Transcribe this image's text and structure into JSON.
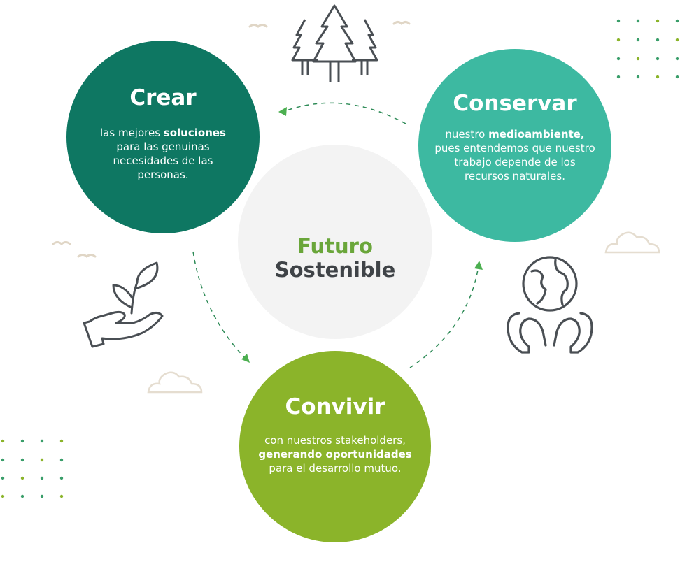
{
  "crear": {
    "title": "Crear",
    "text_1": "las mejores ",
    "text_bold": "soluciones",
    "text_2": " para las genuinas necesidades de las personas."
  },
  "conservar": {
    "title": "Conservar",
    "text_1": "nuestro ",
    "text_bold": "medioambiente,",
    "text_2": " pues entendemos que nuestro trabajo depende de los recursos naturales."
  },
  "convivir": {
    "title": "Convivir",
    "text_1": "con nuestros stakeholders, ",
    "text_bold": "generando oportunidades",
    "text_2": " para el desarrollo mutuo."
  },
  "center": {
    "line_1": "Futuro",
    "line_2": "Sostenible"
  },
  "colors": {
    "dark_green": "#0e7762",
    "teal": "#3db9a1",
    "lime": "#8bb42a",
    "center_bg": "#f3f3f3",
    "icon_gray": "#4a4f54",
    "accent_green": "#6aa63a",
    "cloud": "#e5ddd0"
  },
  "icons": [
    "pine-trees-icon",
    "hand-plant-icon",
    "hands-globe-icon",
    "leaves-icon",
    "bird-icon",
    "cloud-icon",
    "dot-grid"
  ]
}
